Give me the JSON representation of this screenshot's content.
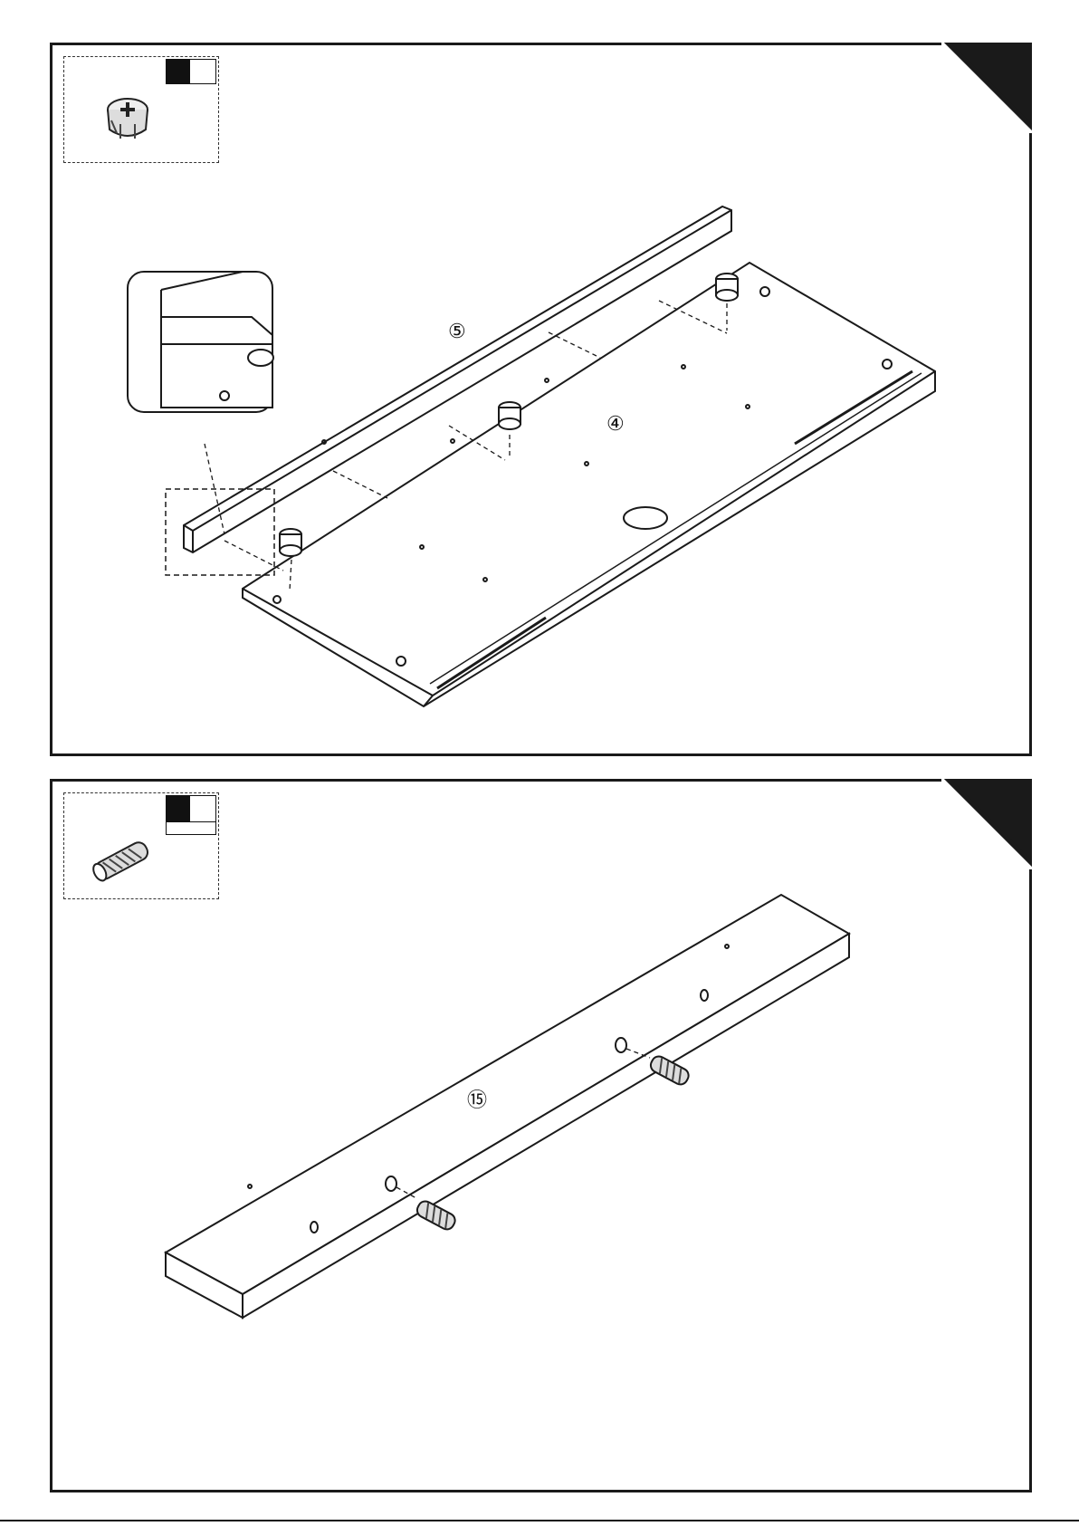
{
  "steps": [
    {
      "part_labels": [
        "⑤",
        "④"
      ],
      "hardware": {
        "icon": "cam-lock-icon"
      }
    },
    {
      "part_labels": [
        "⑮"
      ],
      "hardware": {
        "icon": "wooden-dowel-icon"
      }
    }
  ],
  "colors": {
    "ink": "#1a1a1a",
    "paper": "#ffffff"
  }
}
